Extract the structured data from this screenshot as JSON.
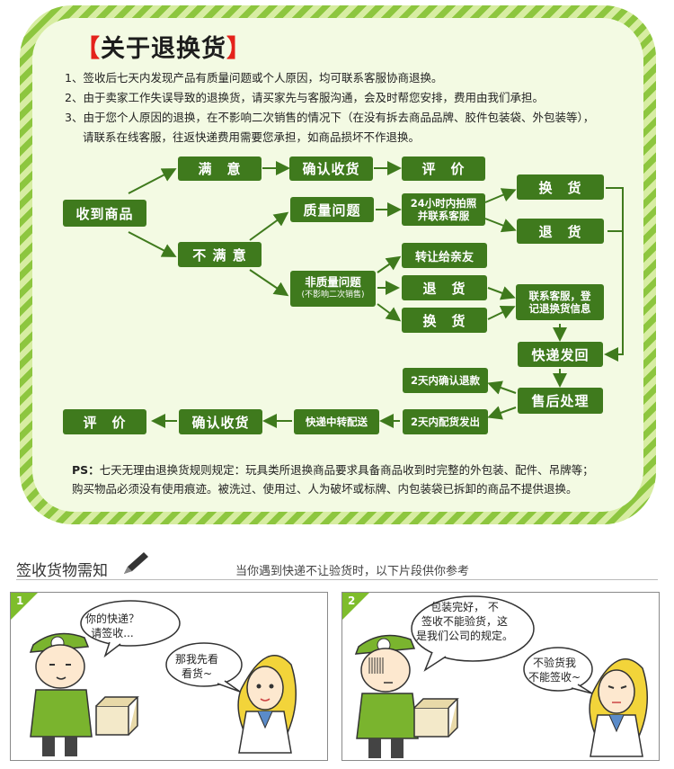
{
  "header": {
    "bracket_open": "【",
    "title": "关于退换货",
    "bracket_close": "】"
  },
  "rules": [
    "1、签收后七天内发现产品有质量问题或个人原因，均可联系客服协商退换。",
    "2、由于卖家工作失误导致的退换货，请买家先与客服沟通，会及时帮您安排，费用由我们承担。",
    "3、由于您个人原因的退换，在不影响二次销售的情况下（在没有拆去商品品牌、胶件包装袋、外包装等），",
    "请联系在线客服，往返快递费用需要您承担，如商品损坏不作退换。"
  ],
  "flow": {
    "received": "收到商品",
    "satisfied": "满　意",
    "confirm_receipt": "确认收货",
    "review": "评　价",
    "unsatisfied": "不 满 意",
    "quality_issue": "质量问题",
    "photo_line1": "24小时内拍照",
    "photo_line2": "并联系客服",
    "exchange": "换　货",
    "return": "退　货",
    "non_quality": "非质量问题",
    "non_quality_sub": "(不影响二次销售)",
    "transfer": "转让给亲友",
    "return2": "退　货",
    "exchange2": "换　货",
    "contact_line1": "联系客服，登",
    "contact_line2": "记退换货信息",
    "ship_back": "快递发回",
    "after_sales": "售后处理",
    "refund": "2天内确认退款",
    "resend": "2天内配货发出",
    "transit": "快递中转配送",
    "confirm_receipt2": "确认收货",
    "review2": "评　价"
  },
  "ps": {
    "label": "PS：",
    "line1": "七天无理由退换货规则规定：玩具类所退换商品要求具备商品收到时完整的外包装、配件、吊牌等；",
    "line2": "购买物品必须没有使用痕迹。被洗过、使用过、人为破坏或标牌、内包装袋已拆卸的商品不提供退换。"
  },
  "notice": {
    "title": "签收货物需知",
    "subtitle": "当你遇到快递不让验货时，以下片段供你参考"
  },
  "comics": [
    {
      "number": "1",
      "courier_line1": "你的快递？",
      "courier_line2": "请签收...",
      "customer_line1": "那我先看",
      "customer_line2": "看货~"
    },
    {
      "number": "2",
      "courier_line1": "包装完好， 不",
      "courier_line2": "签收不能验货，这",
      "courier_line3": "是我们公司的规定。",
      "customer_line1": "不验货我",
      "customer_line2": "不能签收~"
    }
  ],
  "colors": {
    "frame_green": "#8dc63f",
    "box_green": "#3f7a1d",
    "background": "#f3fae3",
    "bracket_red": "#e4221b"
  }
}
